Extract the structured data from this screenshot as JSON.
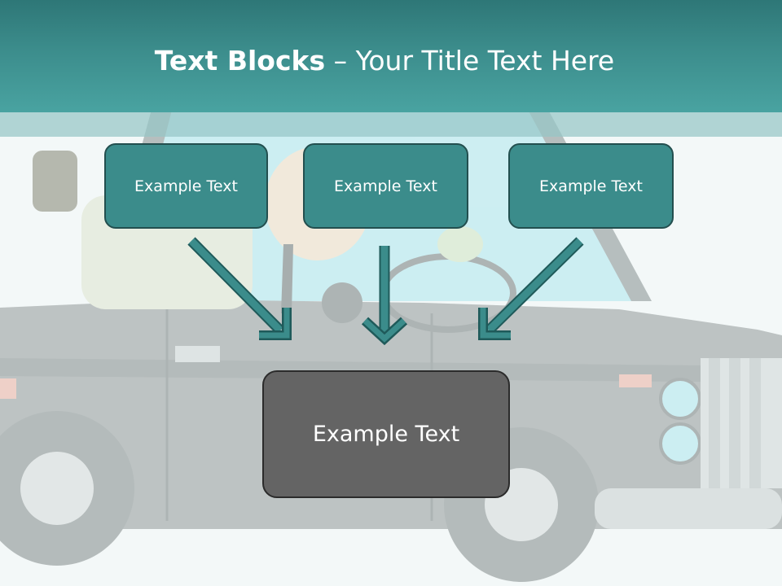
{
  "title": {
    "bold": "Text Blocks",
    "rest": " – Your Title Text Here"
  },
  "blocks": [
    {
      "label": "Example Text"
    },
    {
      "label": "Example Text"
    },
    {
      "label": "Example Text"
    }
  ],
  "main_block": {
    "label": "Example Text"
  },
  "colors": {
    "header": "#3c8d8c",
    "block_fill": "#3b8c8b",
    "main_block_fill": "#646464",
    "arrow": "#3b8c8b"
  }
}
